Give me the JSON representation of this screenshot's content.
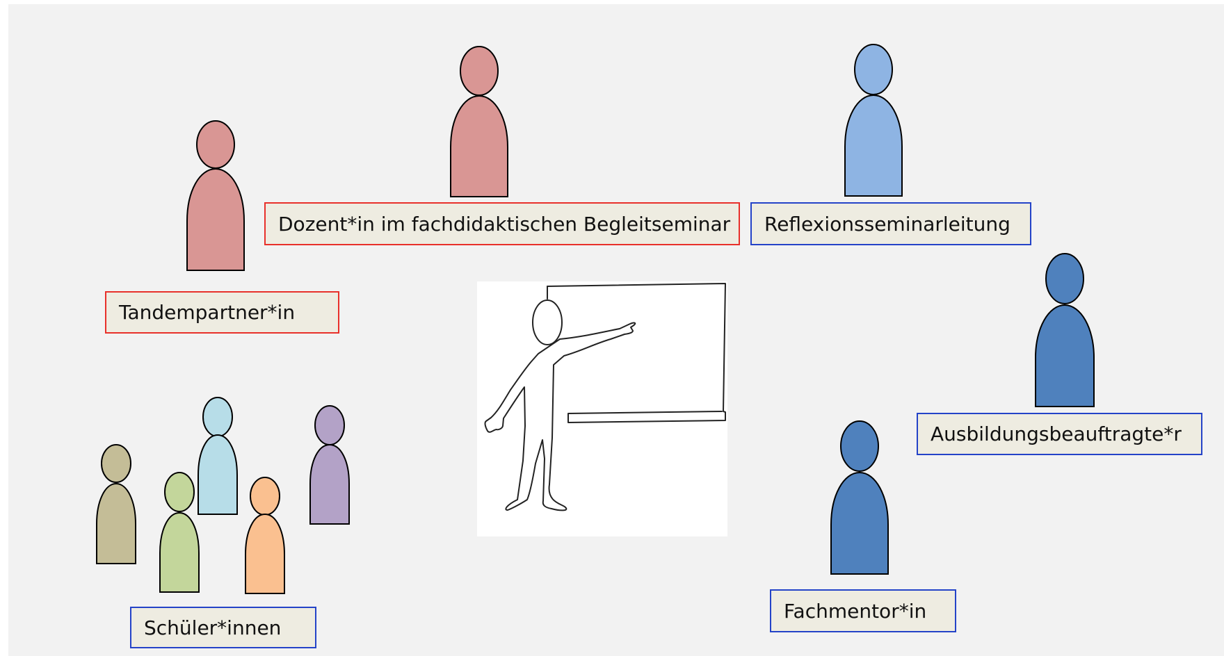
{
  "labels": {
    "dozent": "Dozent*in im fachdidaktischen Begleitseminar",
    "reflexion": "Reflexionsseminarleitung",
    "tandem": "Tandempartner*in",
    "ausbildung": "Ausbildungsbeauftragte*r",
    "schueler": "Schüler*innen",
    "fachmentor": "Fachmentor*in"
  },
  "colors": {
    "background": "#f2f2f2",
    "label_fill": "#eeece1",
    "red_border": "#e8302a",
    "blue_border": "#2443c8",
    "person_rose": "#d99694",
    "person_lightblue": "#8eb4e3",
    "person_blue": "#4f81bd",
    "person_khaki": "#c4bd97",
    "person_green": "#c3d69b",
    "person_cyan": "#b7dde8",
    "person_orange": "#fac090",
    "person_purple": "#b3a2c7"
  },
  "icons": {
    "center": "teacher-pointing-at-board-icon",
    "person": "person-icon"
  }
}
